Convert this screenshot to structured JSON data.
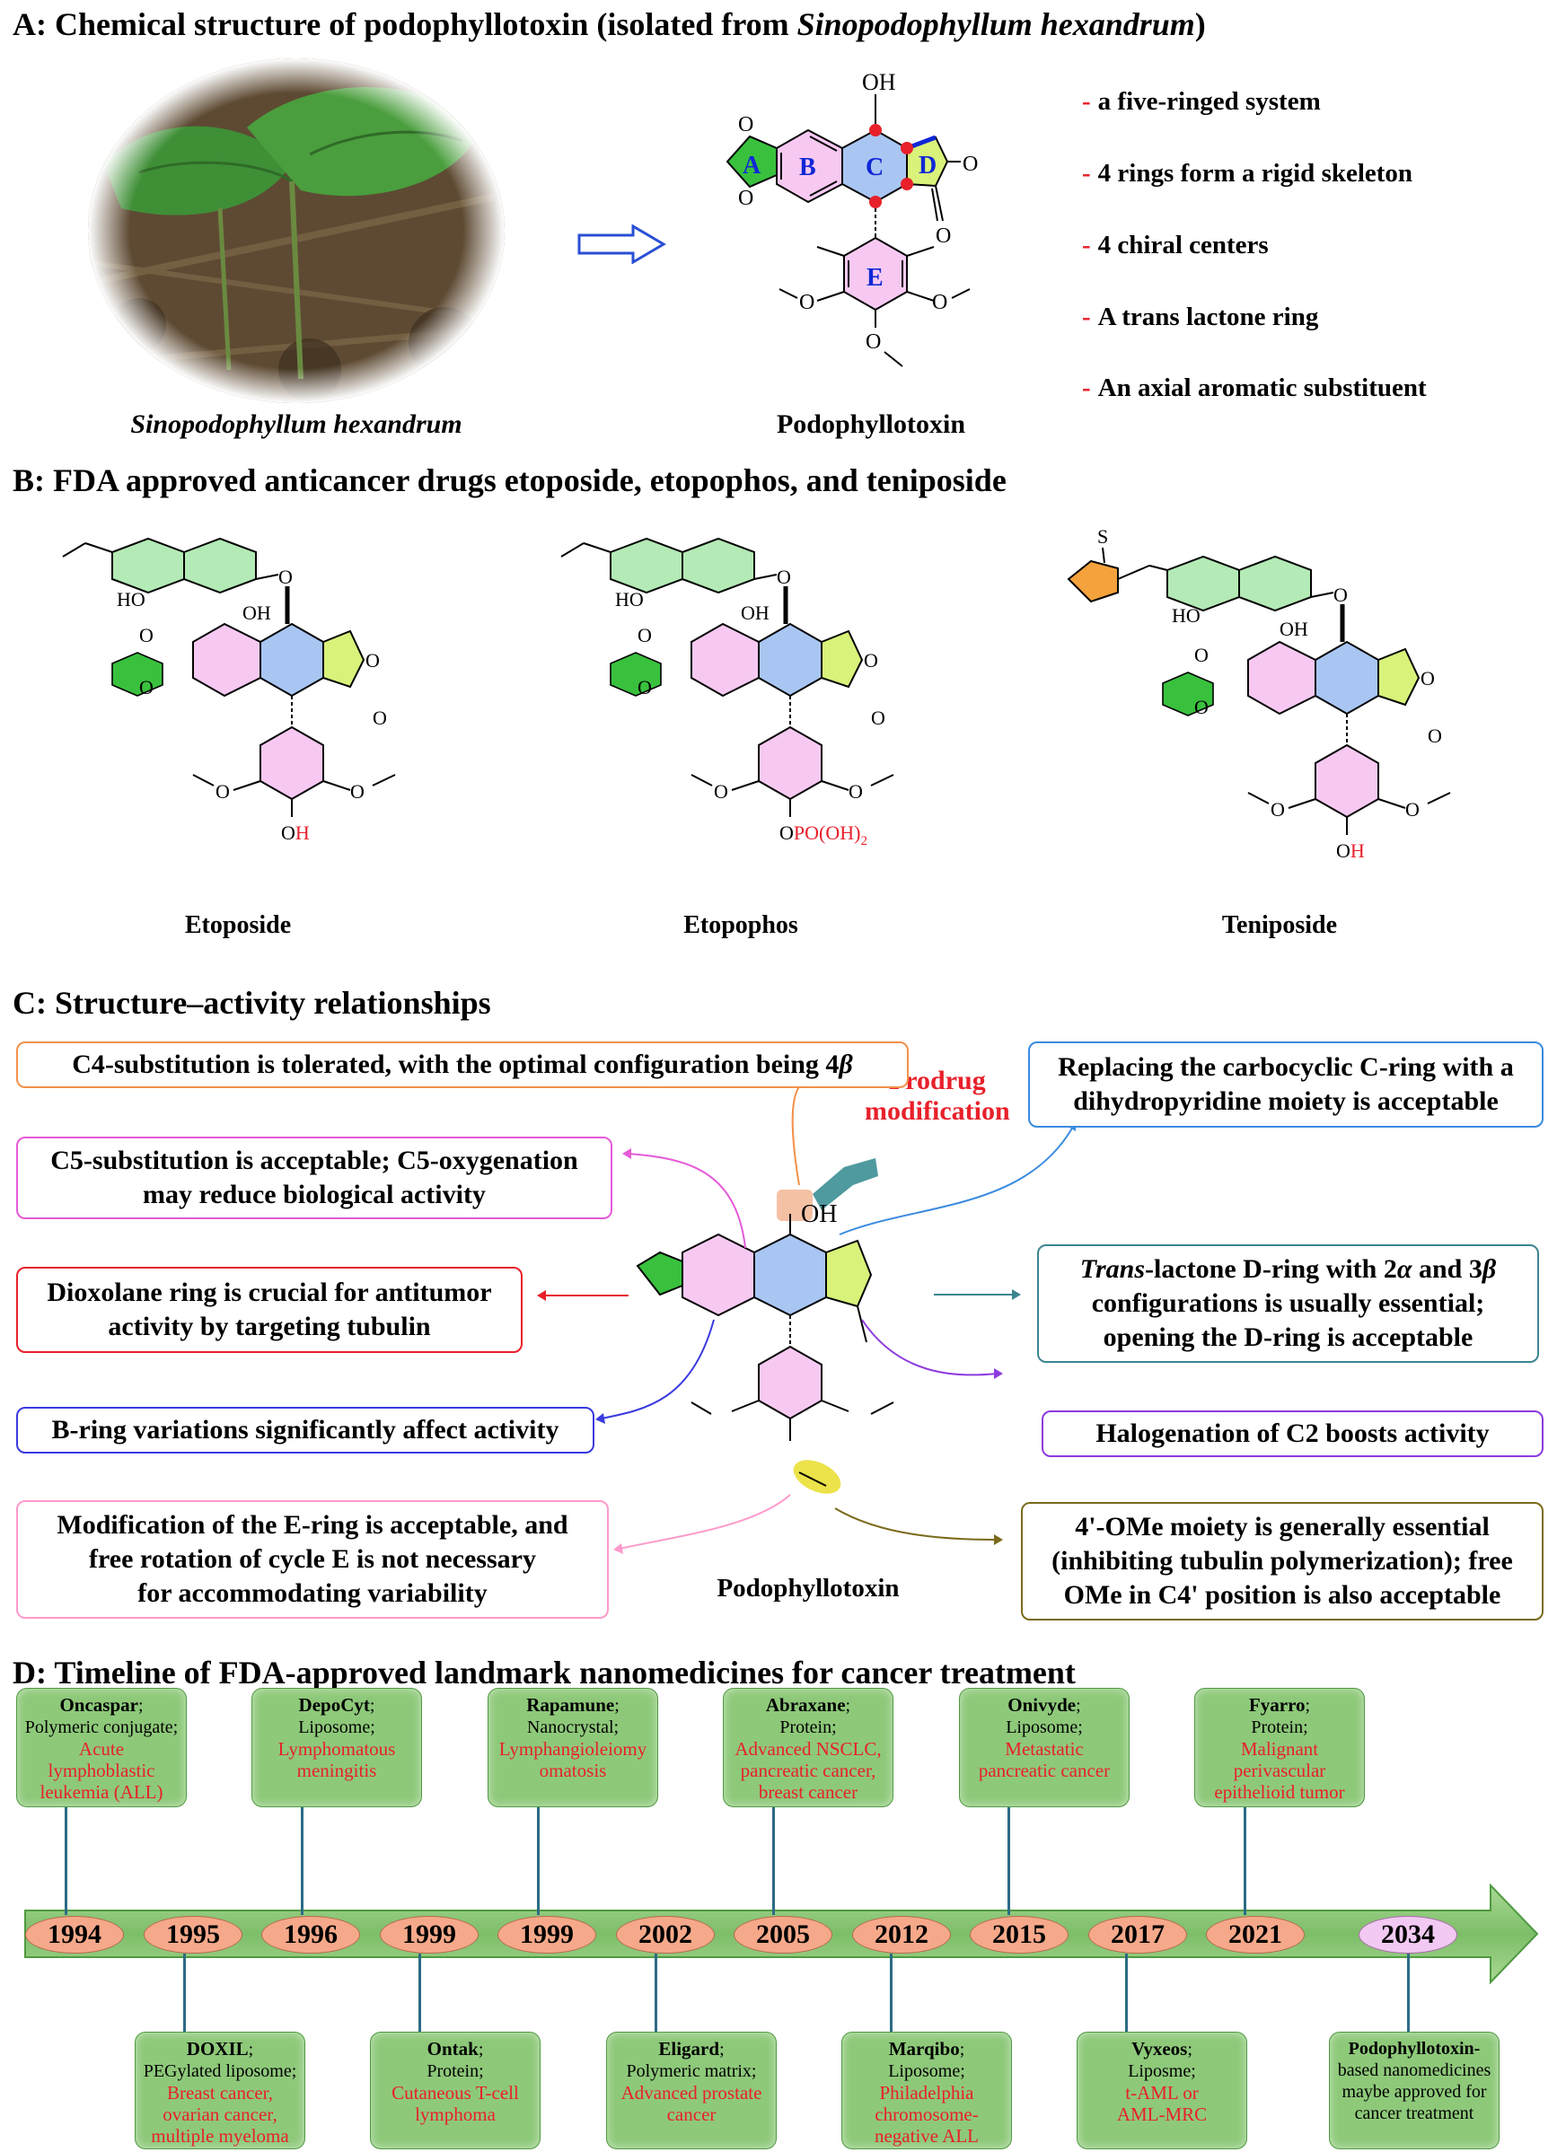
{
  "sectionA": {
    "title_prefix": "A: Chemical structure of podophyllotoxin (isolated from ",
    "title_species": "Sinopodophyllum hexandrum",
    "title_suffix": ")",
    "plant_caption": "Sinopodophyllum hexandrum",
    "molecule_caption": "Podophyllotoxin",
    "ring_labels": [
      "A",
      "B",
      "C",
      "D",
      "E"
    ],
    "atom_labels": {
      "oh": "OH",
      "o": "O"
    },
    "features": [
      "a five-ringed system",
      "4 rings form a rigid skeleton",
      "4 chiral centers",
      "A trans lactone ring",
      "An axial aromatic substituent"
    ]
  },
  "sectionB": {
    "title": "B: FDA approved anticancer drugs etoposide,  etopophos, and teniposide",
    "drugs": [
      {
        "name": "Etoposide",
        "ho": "HO",
        "oh": "OH",
        "sub_o": "O",
        "sub_red": "H"
      },
      {
        "name": "Etopophos",
        "ho": "HO",
        "oh": "OH",
        "sub_o": "O",
        "sub_red": "PO(OH)",
        "sub_red_sub": "2"
      },
      {
        "name": "Teniposide",
        "ho": "HO",
        "oh": "OH",
        "sub_o": "O",
        "sub_red": "H",
        "s": "S"
      }
    ]
  },
  "sectionC": {
    "title": "C: Structure–activity relationships",
    "center_caption": "Podophyllotoxin",
    "prodrug_line1": "Prodrug",
    "prodrug_line2": "modification",
    "oh_label": "OH",
    "boxes": {
      "c4_a": "C4-substitution is tolerated, with the optimal configuration being 4",
      "c4_b": "β",
      "c5_1": "C5-substitution is acceptable; C5-oxygenation",
      "c5_2": "may reduce biological activity",
      "diox_1": "Dioxolane ring is crucial for antitumor",
      "diox_2": "activity by targeting tubulin",
      "bring": "B-ring variations significantly affect activity",
      "ering_1": "Modification of the E-ring is acceptable, and",
      "ering_2": "free rotation of cycle E is not necessary",
      "ering_3": "for accommodating variability",
      "cring_1": "Replacing the carbocyclic C-ring with a",
      "cring_2": "dihydropyridine moiety is acceptable",
      "dring_a": "Trans",
      "dring_b": "-lactone D-ring with 2",
      "dring_c": "α",
      "dring_d": " and 3",
      "dring_e": "β",
      "dring_2": "configurations is usually essential;",
      "dring_3": "opening the D-ring is acceptable",
      "halo": "Halogenation of C2 boosts activity",
      "ome_1": "4'-OMe moiety is generally essential",
      "ome_2": "(inhibiting tubulin polymerization); free",
      "ome_3": "OMe in C4' position is also acceptable"
    }
  },
  "sectionD": {
    "title": "D: Timeline of FDA-approved landmark nanomedicines for cancer treatment",
    "years": [
      "1994",
      "1995",
      "1996",
      "1999",
      "1999",
      "2002",
      "2005",
      "2012",
      "2015",
      "2017",
      "2021",
      "2034"
    ],
    "top_cards": [
      {
        "name": "Oncaspar",
        "type": "Polymeric conjugate;",
        "ind": [
          "Acute",
          "lymphoblastic",
          "leukemia (ALL)"
        ]
      },
      {
        "name": "DepoCyt",
        "type": "Liposome;",
        "ind": [
          "Lymphomatous",
          "meningitis"
        ]
      },
      {
        "name": "Rapamune",
        "type": "Nanocrystal;",
        "ind": [
          "Lymphangioleiomy",
          "omatosis"
        ]
      },
      {
        "name": "Abraxane",
        "type": "Protein;",
        "ind": [
          "Advanced NSCLC,",
          "pancreatic cancer,",
          "breast cancer"
        ]
      },
      {
        "name": "Onivyde",
        "type": "Liposome;",
        "ind": [
          "Metastatic",
          "pancreatic cancer"
        ]
      },
      {
        "name": "Fyarro",
        "type": "Protein;",
        "ind": [
          "Malignant",
          "perivascular",
          "epithelioid tumor"
        ]
      }
    ],
    "bottom_cards": [
      {
        "name": "DOXIL",
        "type": "PEGylated liposome;",
        "ind": [
          "Breast cancer,",
          "ovarian cancer,",
          "multiple myeloma"
        ]
      },
      {
        "name": "Ontak",
        "type": "Protein;",
        "ind": [
          "Cutaneous T-cell",
          "lymphoma"
        ]
      },
      {
        "name": "Eligard",
        "type": "Polymeric matrix;",
        "ind": [
          "Advanced prostate",
          "cancer"
        ]
      },
      {
        "name": "Marqibo",
        "type": "Liposome;",
        "ind": [
          "Philadelphia",
          "chromosome-",
          "negative ALL"
        ]
      },
      {
        "name": "Vyxeos",
        "type": "Liposme;",
        "ind": [
          "t-AML or",
          "AML-MRC"
        ]
      }
    ],
    "future_card": [
      "Podophyllotoxin-",
      "based nanomedicines",
      "maybe approved for",
      "cancer treatment"
    ]
  }
}
